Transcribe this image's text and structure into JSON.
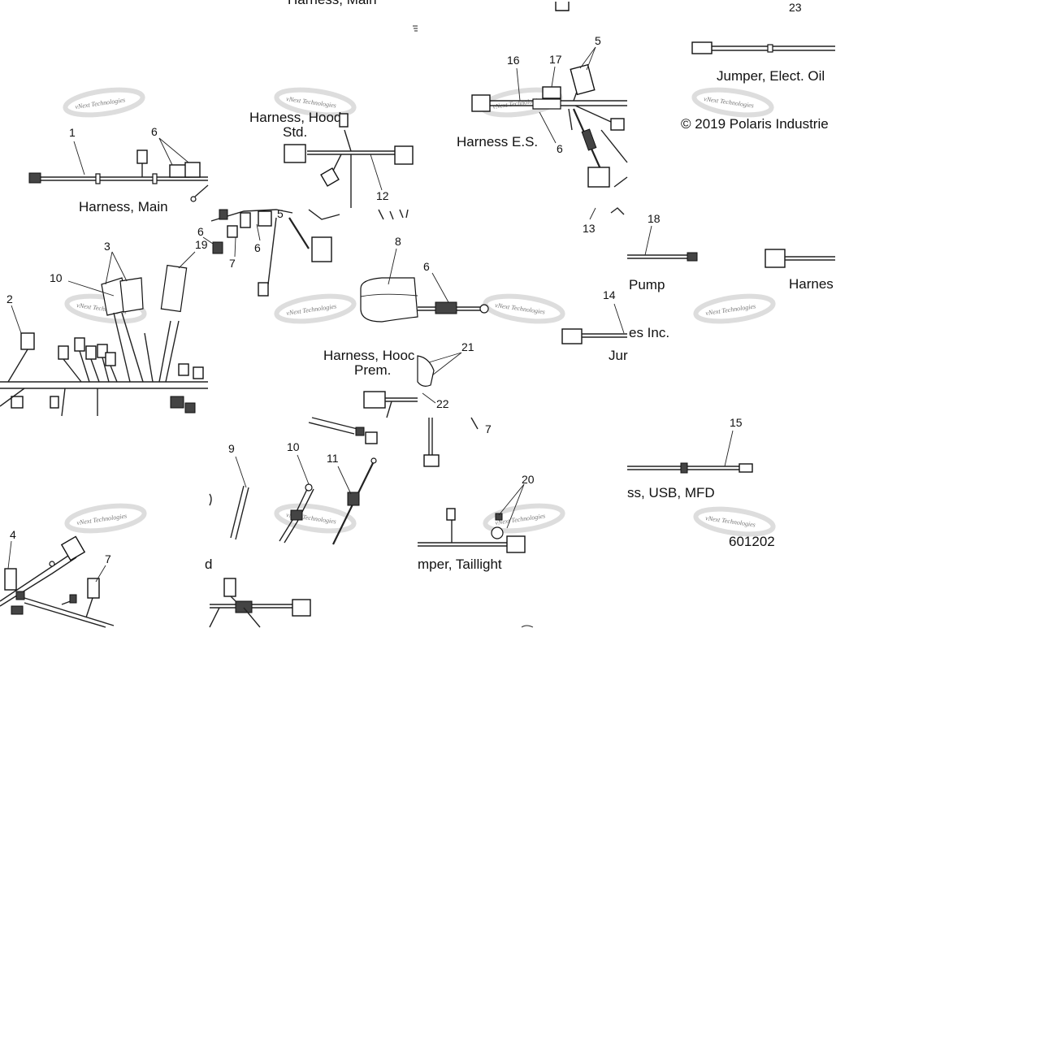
{
  "labels": {
    "harness_main_top": "Harness, Main",
    "harness_main": "Harness, Main",
    "harness_hood_std_1": "Harness, Hood",
    "harness_hood_std_2": "Std.",
    "harness_es": "Harness E.S.",
    "jumper_elect_oil": "Jumper, Elect. Oil",
    "copyright": "© 2019 Polaris Industrie",
    "pump": "Pump",
    "harnes": "Harnes",
    "es_inc": "es Inc.",
    "jur": "Jur",
    "harness_hood_prem_1": "Harness, Hooc",
    "harness_hood_prem_2": "Prem.",
    "usb_mfd": "ss, USB, MFD",
    "diagram_number": "601202",
    "jumper_taillight": "mper, Taillight",
    "fragment_d": "d"
  },
  "callouts": {
    "c1": "1",
    "c2": "2",
    "c3": "3",
    "c4": "4",
    "c5a": "5",
    "c5b": "5",
    "c6a": "6",
    "c6b": "6",
    "c6c": "6",
    "c6d": "6",
    "c7a": "7",
    "c7b": "7",
    "c7c": "7",
    "c8": "8",
    "c9": "9",
    "c10a": "10",
    "c10b": "10",
    "c11": "11",
    "c12": "12",
    "c13": "13",
    "c14": "14",
    "c15": "15",
    "c16": "16",
    "c17": "17",
    "c18": "18",
    "c19": "19",
    "c20": "20",
    "c21": "21",
    "c22": "22",
    "c23": "23"
  },
  "watermark": {
    "text": "vNext Technologies"
  }
}
